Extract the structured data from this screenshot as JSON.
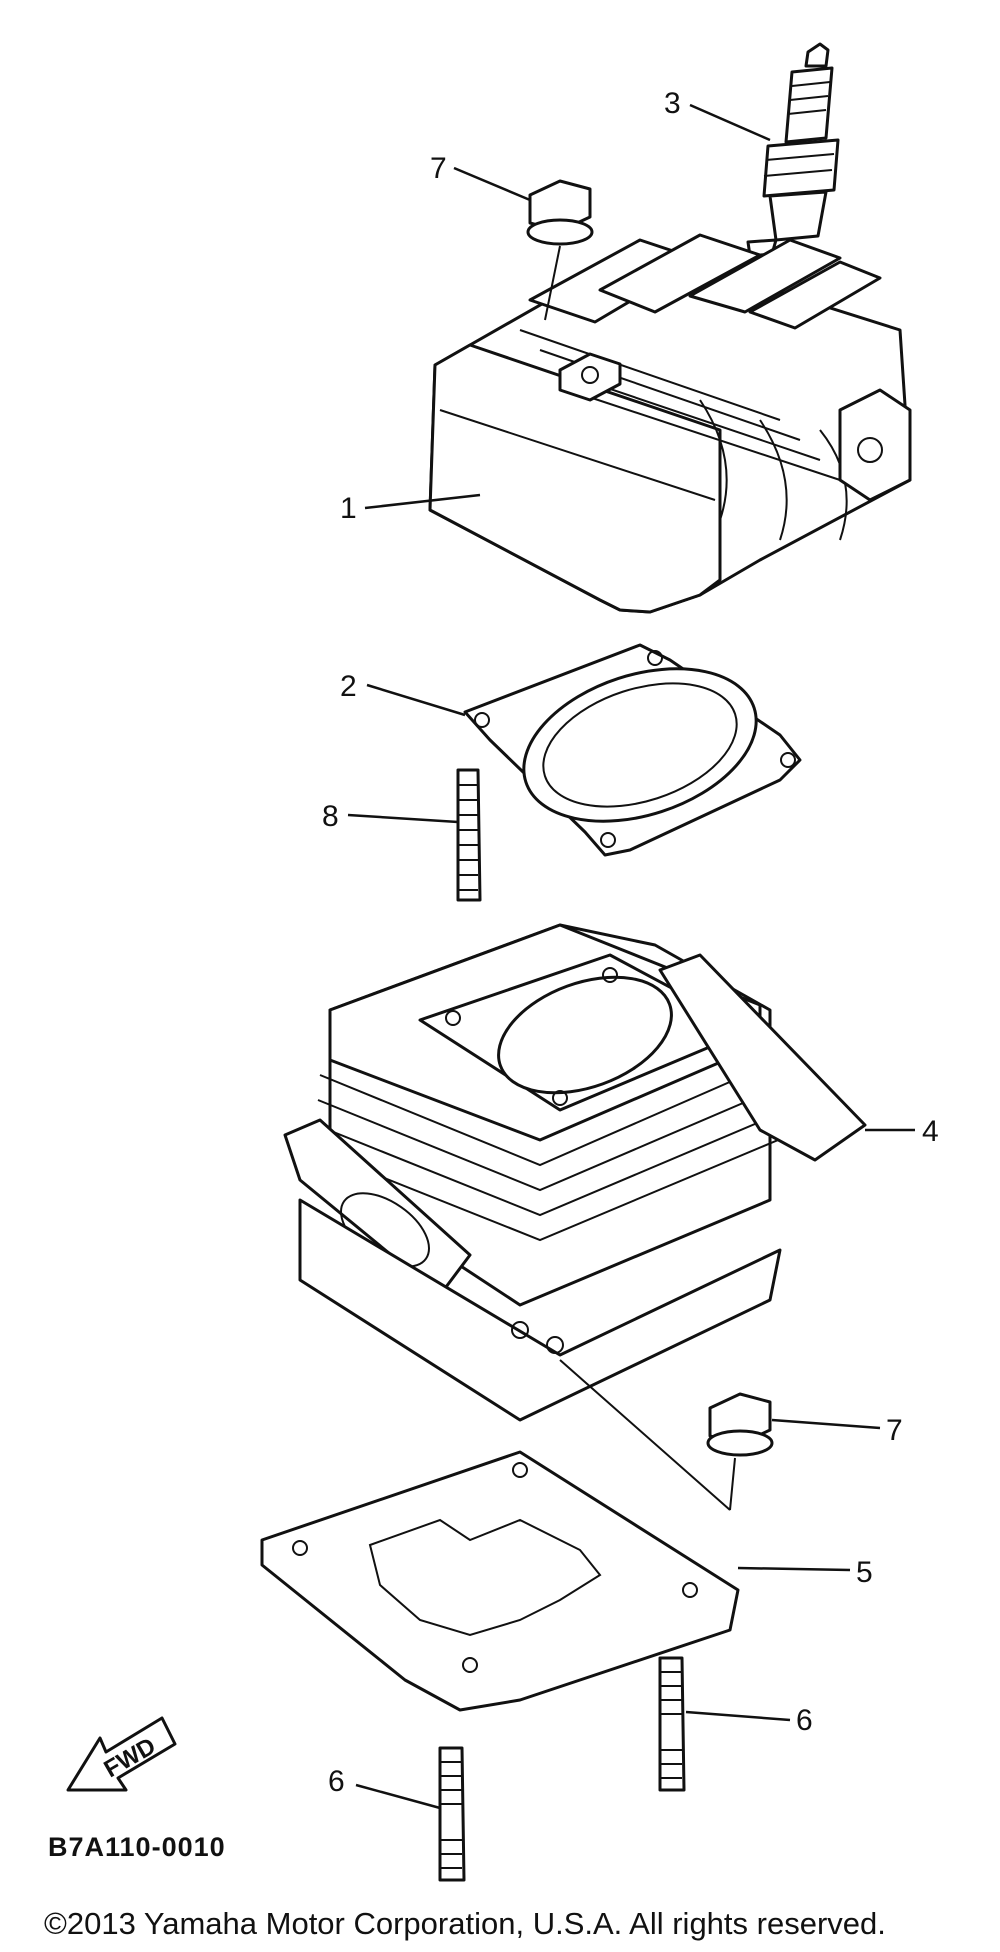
{
  "diagram": {
    "reference_code": "B7A110-0010",
    "forward_marker": "FWD",
    "copyright": "©2013 Yamaha Motor Corporation, U.S.A. All rights reserved."
  },
  "callouts": [
    {
      "id": "c1",
      "number": "1"
    },
    {
      "id": "c2",
      "number": "2"
    },
    {
      "id": "c3",
      "number": "3"
    },
    {
      "id": "c4",
      "number": "4"
    },
    {
      "id": "c5",
      "number": "5"
    },
    {
      "id": "c6a",
      "number": "6"
    },
    {
      "id": "c6b",
      "number": "6"
    },
    {
      "id": "c7a",
      "number": "7"
    },
    {
      "id": "c7b",
      "number": "7"
    },
    {
      "id": "c8",
      "number": "8"
    }
  ]
}
